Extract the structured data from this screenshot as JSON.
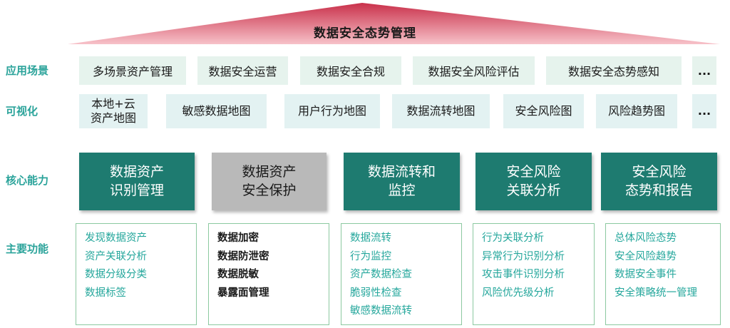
{
  "title": "数据安全态势管理",
  "row_labels": {
    "scenarios": "应用场景",
    "visualization": "可视化",
    "core": "核心能力",
    "functions": "主要功能"
  },
  "scenarios": [
    "多场景资产管理",
    "数据安全运营",
    "数据安全合规",
    "数据安全风险评估",
    "数据安全态势感知",
    "..."
  ],
  "visualization": [
    "本地+云\n资产地图",
    "敏感数据地图",
    "用户行为地图",
    "数据流转地图",
    "安全风险图",
    "风险趋势图",
    "..."
  ],
  "core": [
    {
      "label": "数据资产\n识别管理"
    },
    {
      "label": "数据资产\n安全保护"
    },
    {
      "label": "数据流转和\n监控"
    },
    {
      "label": "安全风险\n关联分析"
    },
    {
      "label": "安全风险\n态势和报告"
    }
  ],
  "functions": [
    [
      "发现数据资产",
      "资产关联分析",
      "数据分级分类",
      "数据标签"
    ],
    [
      "数据加密",
      "数据防泄密",
      "数据脱敏",
      "暴露面管理"
    ],
    [
      "数据流转",
      "行为监控",
      "资产数据检查",
      "脆弱性检查",
      "敏感数据流转"
    ],
    [
      "行为关联分析",
      "异常行为识别分析",
      "攻击事件识别分析",
      "风险优先级分析"
    ],
    [
      "总体风险态势",
      "安全风险趋势",
      "数据安全事件",
      "安全策略统一管理"
    ]
  ],
  "colors": {
    "teal_box": "#1e7b70",
    "gray_box": "#b9b9b9",
    "label_text": "#2aa39a",
    "function_text": "#25a79c",
    "roof_gradient": [
      "#f7c2c9",
      "#c9304a"
    ]
  }
}
